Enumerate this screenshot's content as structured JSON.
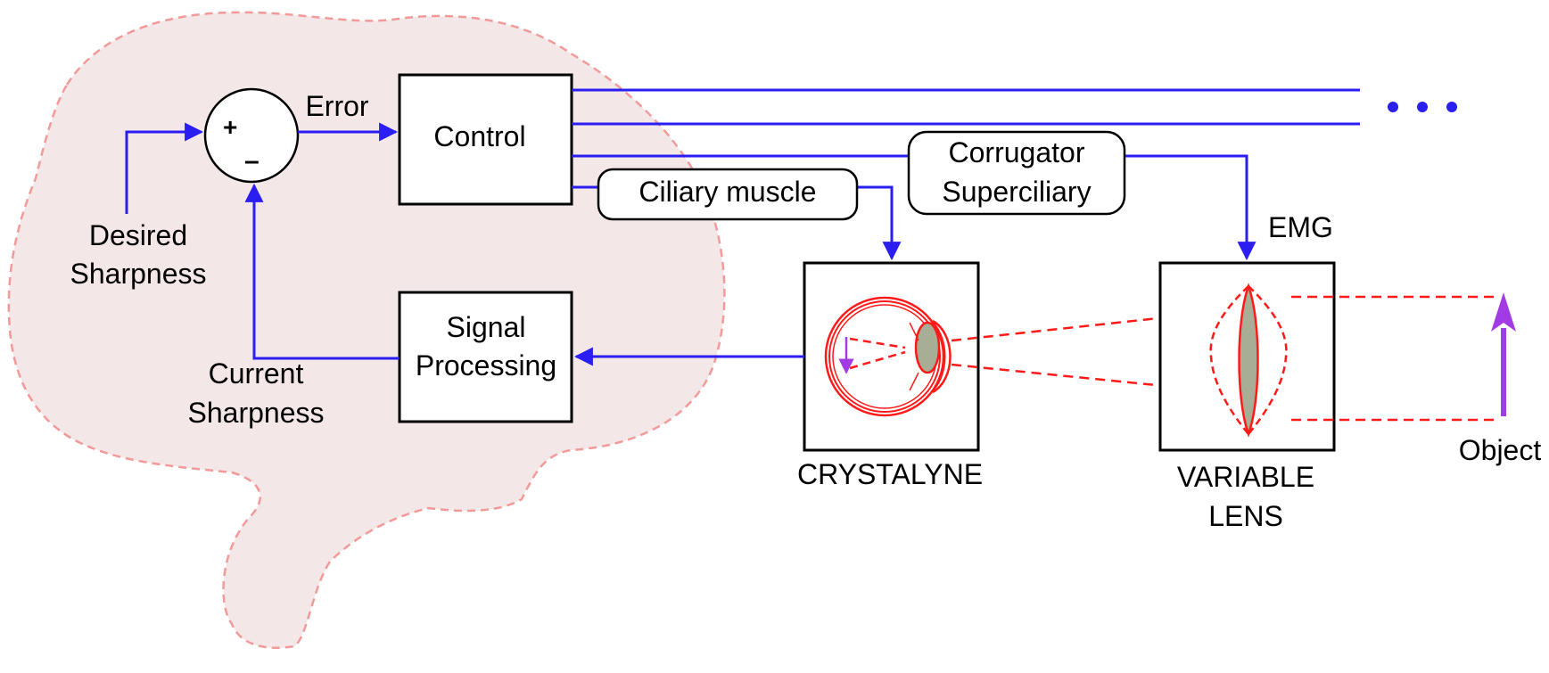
{
  "colors": {
    "signal": "#2a1ef0",
    "optics": "#ff1a1a",
    "object": "#a23be6",
    "brain_fill": "#f4e7e7",
    "brain_outline": "#f29a9a",
    "lens_fill": "#a8ad95"
  },
  "summing_junction": {
    "plus": "+",
    "minus": "–"
  },
  "labels": {
    "error": "Error",
    "control": "Control",
    "desired_sharpness": [
      "Desired",
      "Sharpness"
    ],
    "current_sharpness": [
      "Current",
      "Sharpness"
    ],
    "signal_processing": [
      "Signal",
      "Processing"
    ],
    "ciliary_muscle": "Ciliary muscle",
    "corrugator": [
      "Corrugator",
      "Superciliary"
    ],
    "emg": "EMG",
    "crystalyne": "CRYSTALYNE",
    "variable_lens": [
      "VARIABLE",
      "LENS"
    ],
    "object": "Object"
  },
  "icons": {
    "ellipsis": "ellipsis-icon",
    "eye": "eye-icon",
    "lens": "biconvex-lens-icon",
    "object_arrow": "arrow-up-icon"
  }
}
